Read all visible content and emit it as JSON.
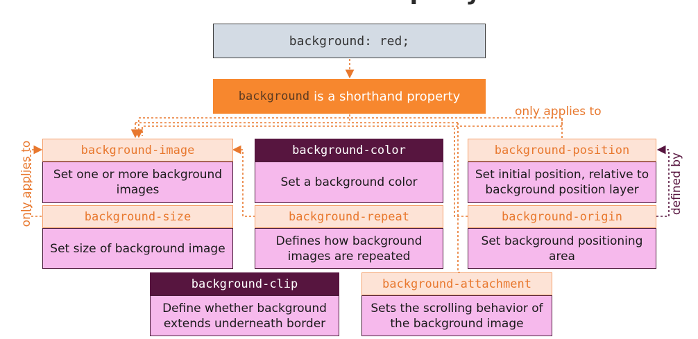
{
  "title_fragment": "Shorthand Property",
  "root_code": "background: red;",
  "shorthand": {
    "keyword": "background",
    "text": "is a shorthand property"
  },
  "labels": {
    "only_applies_to_top": "only applies to",
    "only_applies_to_left": "only applies to",
    "defined_by": "defined by"
  },
  "boxes": {
    "image": {
      "name": "background-image",
      "desc": "Set one or more background images"
    },
    "color": {
      "name": "background-color",
      "desc": "Set a background color"
    },
    "position": {
      "name": "background-position",
      "desc": "Set initial position, relative to background position layer"
    },
    "size": {
      "name": "background-size",
      "desc": "Set size of background image"
    },
    "repeat": {
      "name": "background-repeat",
      "desc": "Defines how background images are repeated"
    },
    "origin": {
      "name": "background-origin",
      "desc": "Set background positioning area"
    },
    "clip": {
      "name": "background-clip",
      "desc": "Define whether background extends underneath border"
    },
    "attachment": {
      "name": "background-attachment",
      "desc": "Sets the scrolling behavior of the background image"
    }
  },
  "colors": {
    "orange": "#f7872e",
    "dark_purple": "#57153f",
    "pink": "#f6b9ec",
    "peach": "#fde3d6",
    "slate": "#d3dbe4"
  }
}
